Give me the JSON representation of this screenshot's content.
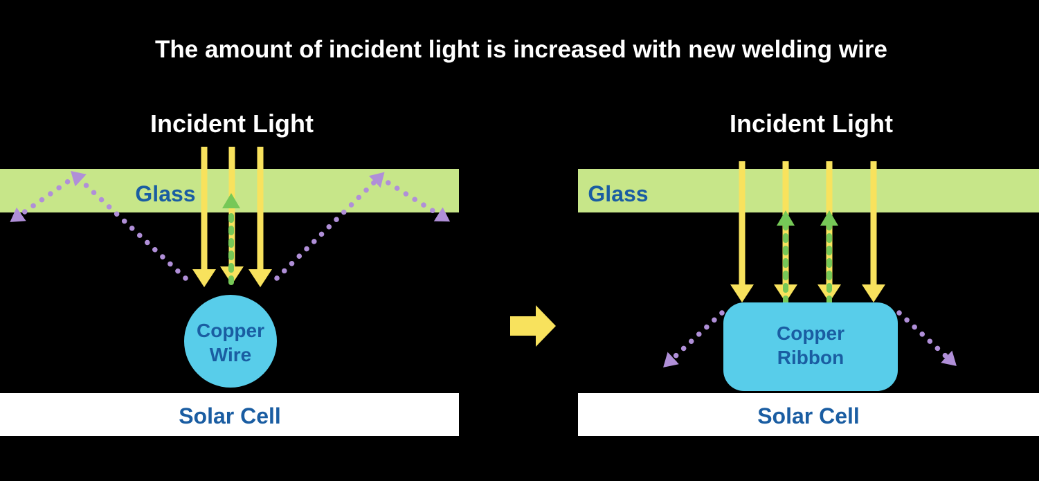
{
  "title": "The amount of incident light is increased with new welding wire",
  "colors": {
    "background": "#000000",
    "title_text": "#ffffff",
    "glass_fill": "#c7e689",
    "label_blue": "#1a5da2",
    "light_yellow": "#f8e25d",
    "reflection_purple": "#b08fd8",
    "transmission_green": "#76c857",
    "copper_cyan": "#58cdea",
    "solar_cell_white": "#ffffff"
  },
  "left_panel": {
    "incident_light": "Incident Light",
    "glass": "Glass",
    "component_line1": "Copper",
    "component_line2": "Wire",
    "solar_cell": "Solar Cell"
  },
  "right_panel": {
    "incident_light": "Incident Light",
    "glass": "Glass",
    "component_line1": "Copper",
    "component_line2": "Ribbon",
    "solar_cell": "Solar Cell"
  }
}
